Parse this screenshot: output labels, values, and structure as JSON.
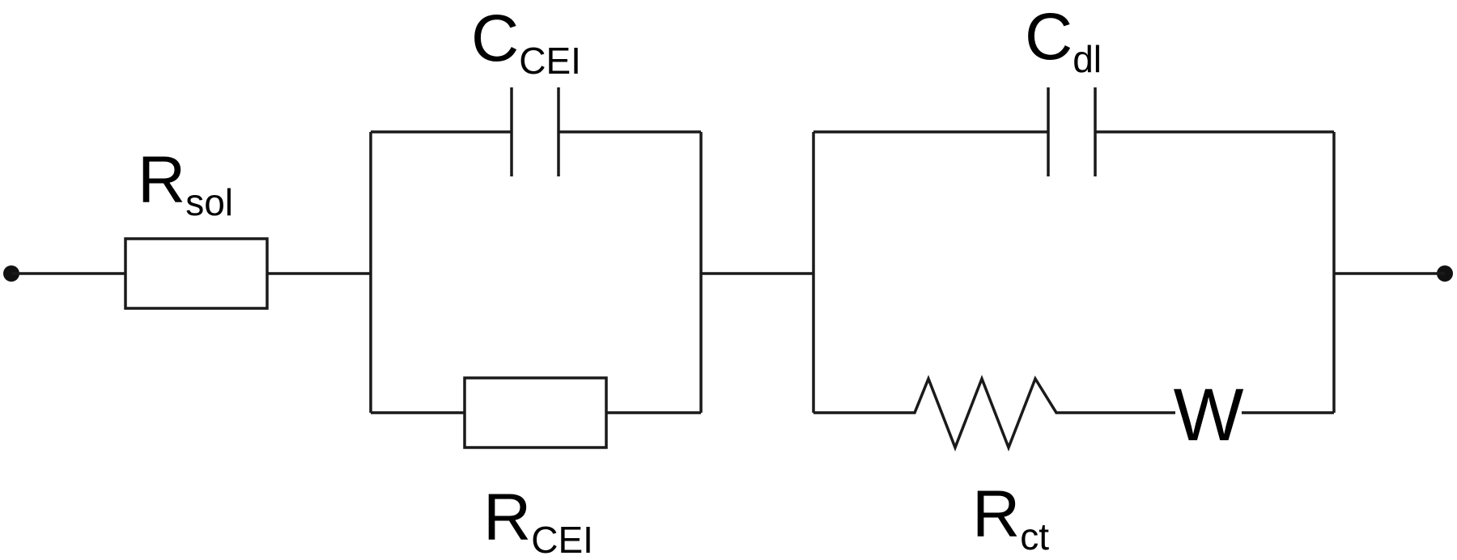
{
  "diagram": {
    "labels": {
      "r_sol": {
        "main": "R",
        "sub": "sol"
      },
      "c_cei": {
        "main": "C",
        "sub": "CEI"
      },
      "r_cei": {
        "main": "R",
        "sub": "CEI"
      },
      "c_dl": {
        "main": "C",
        "sub": "dl"
      },
      "r_ct": {
        "main": "R",
        "sub": "ct"
      },
      "warburg": "W"
    }
  }
}
